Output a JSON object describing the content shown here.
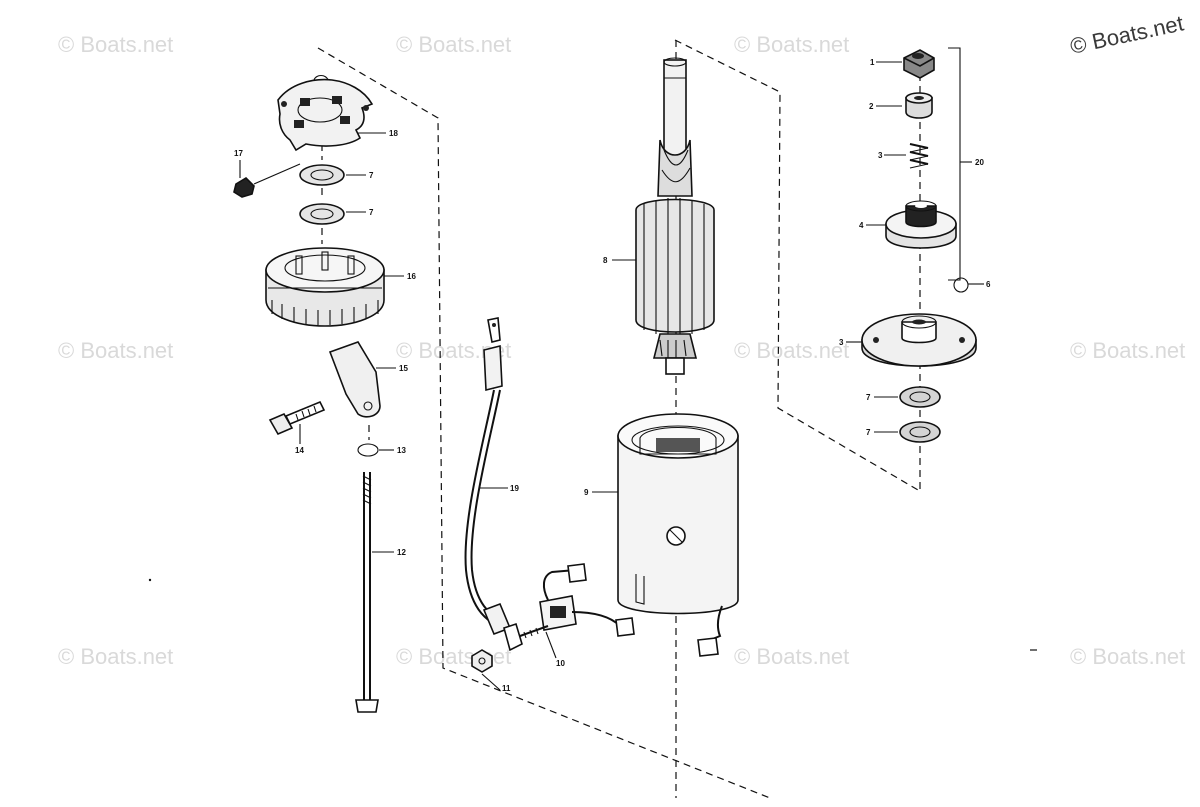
{
  "watermark_text": "© Boats.net",
  "corner_watermark": "© Boats.net",
  "callouts": [
    {
      "id": "p1",
      "label": "1"
    },
    {
      "id": "p2",
      "label": "2"
    },
    {
      "id": "p3a",
      "label": "3"
    },
    {
      "id": "p4",
      "label": "4"
    },
    {
      "id": "p6",
      "label": "6"
    },
    {
      "id": "p3b",
      "label": "3"
    },
    {
      "id": "p7a",
      "label": "7"
    },
    {
      "id": "p7b",
      "label": "7"
    },
    {
      "id": "p20",
      "label": "20"
    },
    {
      "id": "p8",
      "label": "8"
    },
    {
      "id": "p9",
      "label": "9"
    },
    {
      "id": "p10",
      "label": "10"
    },
    {
      "id": "p11",
      "label": "11"
    },
    {
      "id": "p18",
      "label": "18"
    },
    {
      "id": "p17",
      "label": "17"
    },
    {
      "id": "p7c",
      "label": "7"
    },
    {
      "id": "p7d",
      "label": "7"
    },
    {
      "id": "p16",
      "label": "16"
    },
    {
      "id": "p15",
      "label": "15"
    },
    {
      "id": "p14",
      "label": "14"
    },
    {
      "id": "p13",
      "label": "13"
    },
    {
      "id": "p12",
      "label": "12"
    },
    {
      "id": "p19",
      "label": "19"
    }
  ]
}
